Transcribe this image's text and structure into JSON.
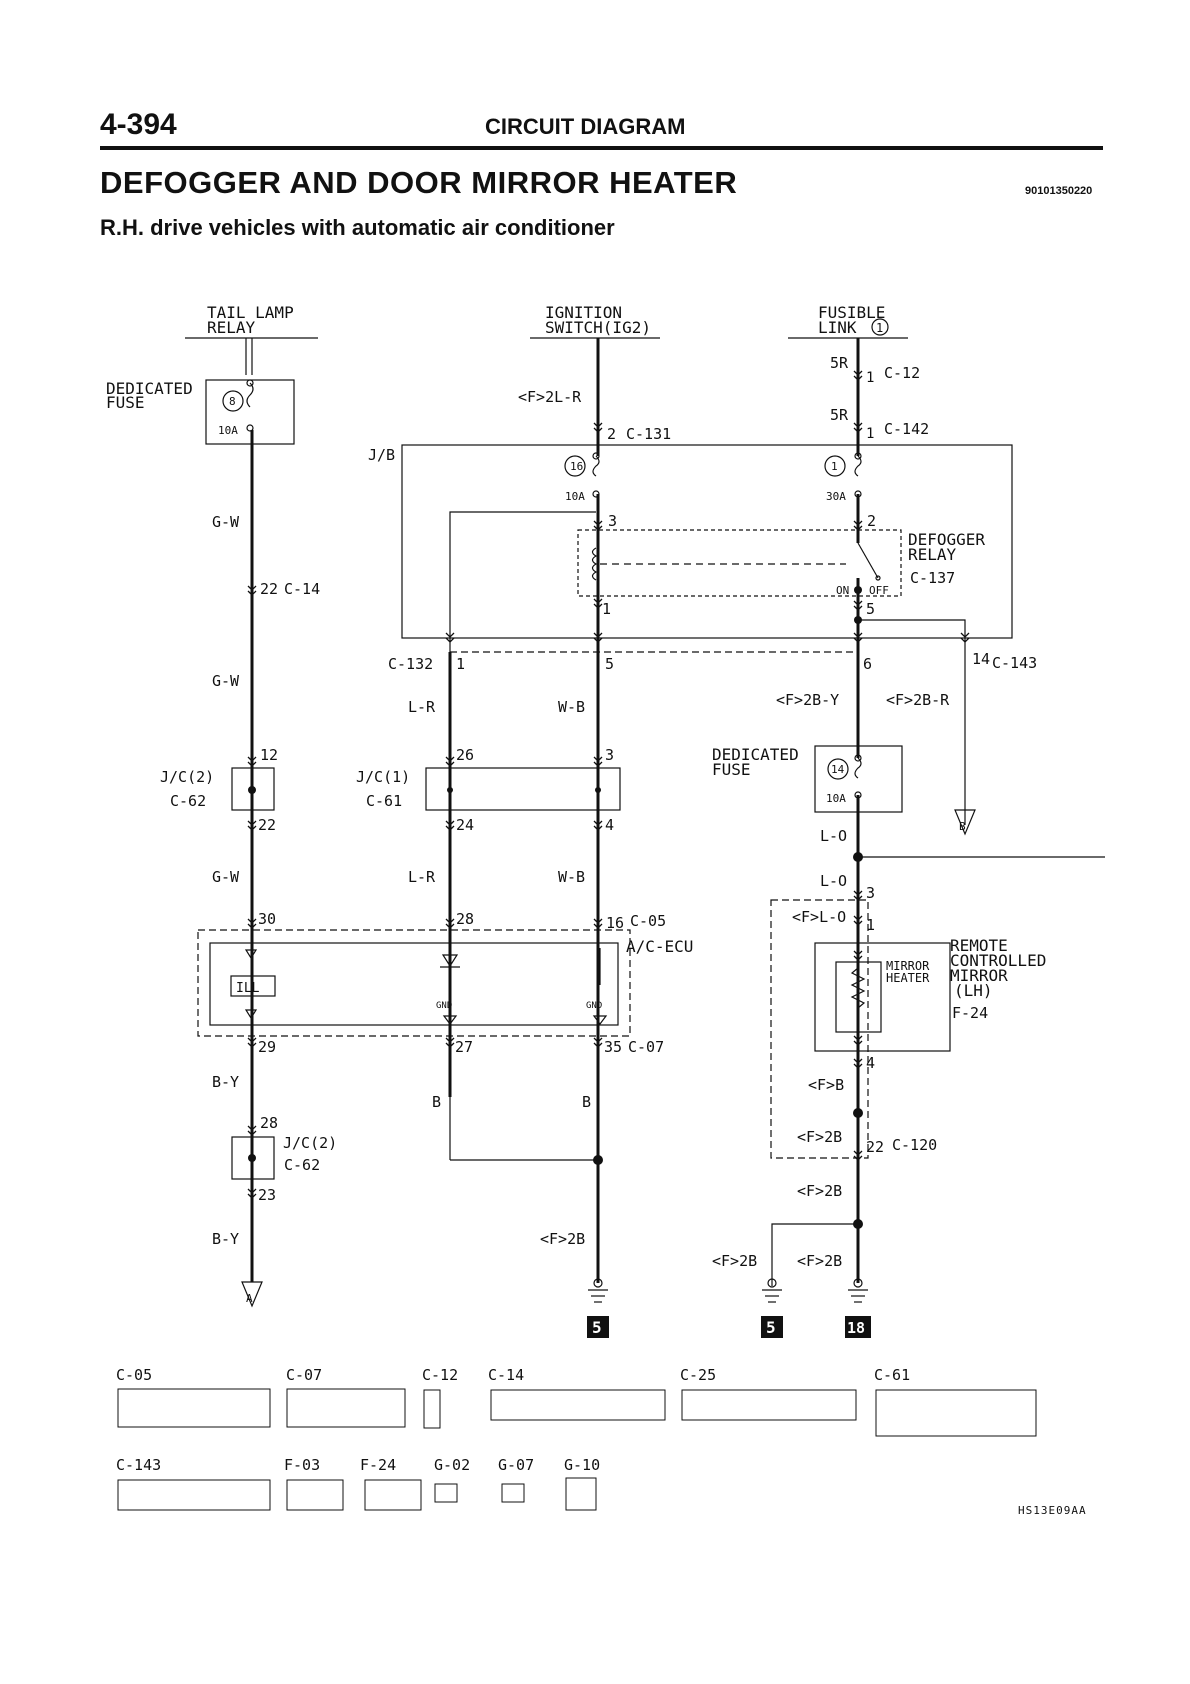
{
  "header": {
    "page_number": "4-394",
    "section": "CIRCUIT DIAGRAM",
    "title": "DEFOGGER AND DOOR MIRROR HEATER",
    "doc_number": "90101350220",
    "subtitle": "R.H. drive vehicles with automatic air conditioner"
  },
  "sources": {
    "tail_lamp_relay": [
      "TAIL LAMP",
      "RELAY"
    ],
    "ignition_switch": [
      "IGNITION",
      "SWITCH(IG2)"
    ],
    "fusible_link": [
      "FUSIBLE",
      "LINK"
    ]
  },
  "fuse_circles": {
    "tail": "8",
    "ig": "16",
    "fl": "1",
    "mirror": "14"
  },
  "labels": {
    "dedicated_fuse": [
      "DEDICATED",
      "FUSE"
    ],
    "amp10": "10A",
    "amp30": "30A",
    "jb": "J/B",
    "defogger_relay": [
      "DEFOGGER",
      "RELAY"
    ],
    "on": "ON",
    "off": "OFF",
    "acecu": "A/C-ECU",
    "ill": "ILL",
    "gnd": "GND",
    "remote_mirror": [
      "REMOTE",
      "CONTROLLED",
      "MIRROR",
      "(LH)"
    ],
    "mirror_heater": [
      "MIRROR",
      "HEATER"
    ],
    "jc2": "J/C(2)",
    "jc1": "J/C(1)"
  },
  "wires": {
    "gw": "G-W",
    "by": "B-Y",
    "lr": "L-R",
    "wb": "W-B",
    "b": "B",
    "lo": "L-O",
    "f2lr": "<F>2L-R",
    "f2by": "<F>2B-Y",
    "f2br": "<F>2B-R",
    "fb": "<F>B",
    "f2b": "<F>2B",
    "flo": "<F>L-O",
    "r5": "5R"
  },
  "pins": {
    "p1": "1",
    "p2": "2",
    "p3": "3",
    "p4": "4",
    "p5": "5",
    "p6": "6",
    "p12": "12",
    "p14": "14",
    "p16": "16",
    "p22": "22",
    "p23": "23",
    "p24": "24",
    "p26": "26",
    "p27": "27",
    "p28": "28",
    "p29": "29",
    "p30": "30",
    "p35": "35"
  },
  "connectors": {
    "c12": "C-12",
    "c142": "C-142",
    "c131": "C-131",
    "c14": "C-14",
    "c137": "C-137",
    "c132": "C-132",
    "c143": "C-143",
    "c62": "C-62",
    "c61": "C-61",
    "c05": "C-05",
    "c07": "C-07",
    "c120": "C-120",
    "f24": "F-24",
    "c25": "C-25",
    "f03": "F-03",
    "g02": "G-02",
    "g07": "G-07",
    "g10": "G-10"
  },
  "ground_numbers": {
    "g1": "5",
    "g2": "5",
    "g3": "18"
  },
  "off_page": {
    "a": "A",
    "b": "B"
  },
  "figure_code": "HS13E09AA"
}
